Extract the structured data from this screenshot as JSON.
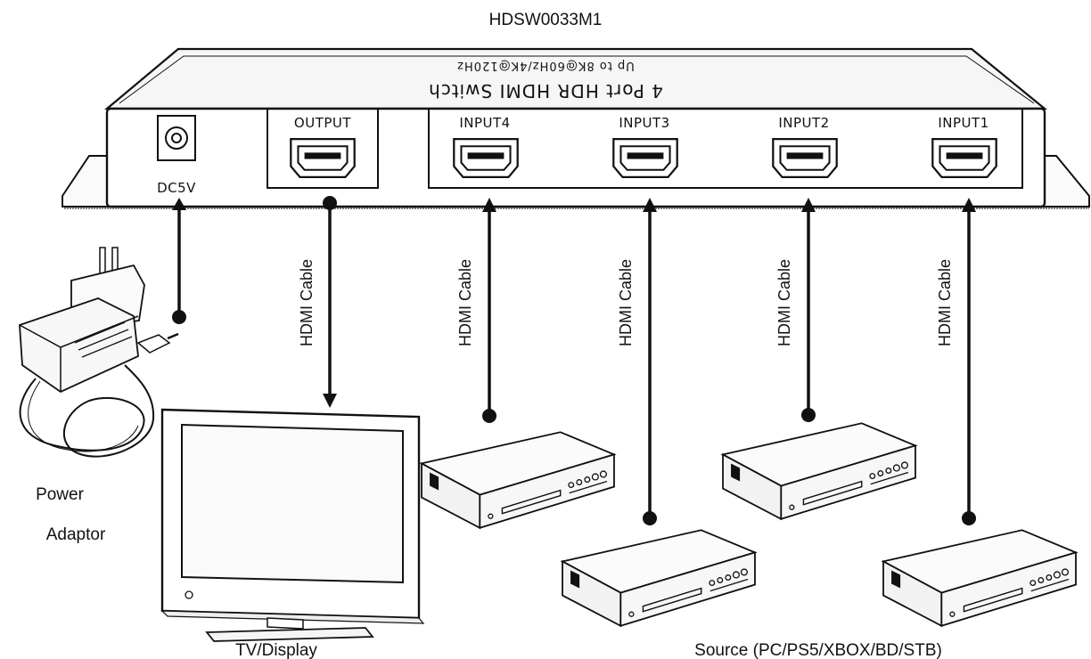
{
  "model": "HDSW0033M1",
  "device": {
    "product_name": "4 Port HDR HDMI Switch",
    "spec": "Up to 8K@60Hz/4K@120Hz",
    "ports": {
      "dc": "DC5V",
      "output": "OUTPUT",
      "input4": "INPUT4",
      "input3": "INPUT3",
      "input2": "INPUT2",
      "input1": "INPUT1"
    }
  },
  "cable_label": "HDMI Cable",
  "labels": {
    "power_line1": "Power",
    "power_line2": "Adaptor",
    "tv": "TV/Display",
    "source": "Source (PC/PS5/XBOX/BD/STB)"
  },
  "colors": {
    "ink": "#111111",
    "background": "#ffffff"
  }
}
